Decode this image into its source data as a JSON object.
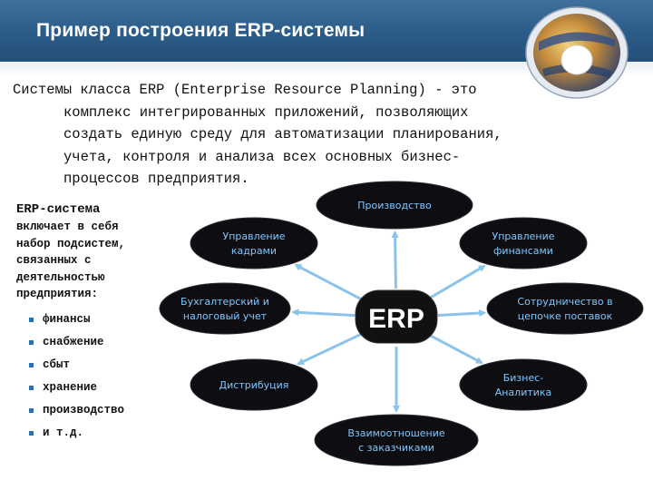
{
  "header": {
    "title": "Пример построения ERP-системы"
  },
  "intro": {
    "lines": [
      "Системы класса ERP (Enterprise Resource Planning) - это",
      "комплекс интегрированных приложений, позволяющих",
      "создать единую среду для автоматизации планирования,",
      "учета, контроля и анализа всех основных бизнес-",
      "процессов предприятия."
    ]
  },
  "sidebar": {
    "title": "ERP-система",
    "lines": [
      "включает в себя",
      "набор подсистем,",
      "связанных с",
      "деятельностью",
      "предприятия:"
    ],
    "bullets": [
      "финансы",
      "снабжение",
      "сбыт",
      "хранение",
      "производство",
      "и т.д."
    ]
  },
  "diagram": {
    "center": "ERP",
    "nodes": [
      {
        "id": "production",
        "lines": [
          "Производство"
        ]
      },
      {
        "id": "hr",
        "lines": [
          "Управление",
          "кадрами"
        ]
      },
      {
        "id": "finance",
        "lines": [
          "Управление",
          "финансами"
        ]
      },
      {
        "id": "accounting",
        "lines": [
          "Бухгалтерский и",
          "налоговый учет"
        ]
      },
      {
        "id": "supply-chain",
        "lines": [
          "Сотрудничество в",
          "цепочке поставок"
        ]
      },
      {
        "id": "distribution",
        "lines": [
          "Дистрибуция"
        ]
      },
      {
        "id": "bi",
        "lines": [
          "Бизнес-",
          "Аналитика"
        ]
      },
      {
        "id": "crm",
        "lines": [
          "Взаимоотношение",
          "с заказчиками"
        ]
      }
    ],
    "colors": {
      "node_fill": "#0d0d12",
      "node_text": "#7ec8ff",
      "center_fill": "#111111",
      "arrow": "#8cc3ea"
    }
  }
}
